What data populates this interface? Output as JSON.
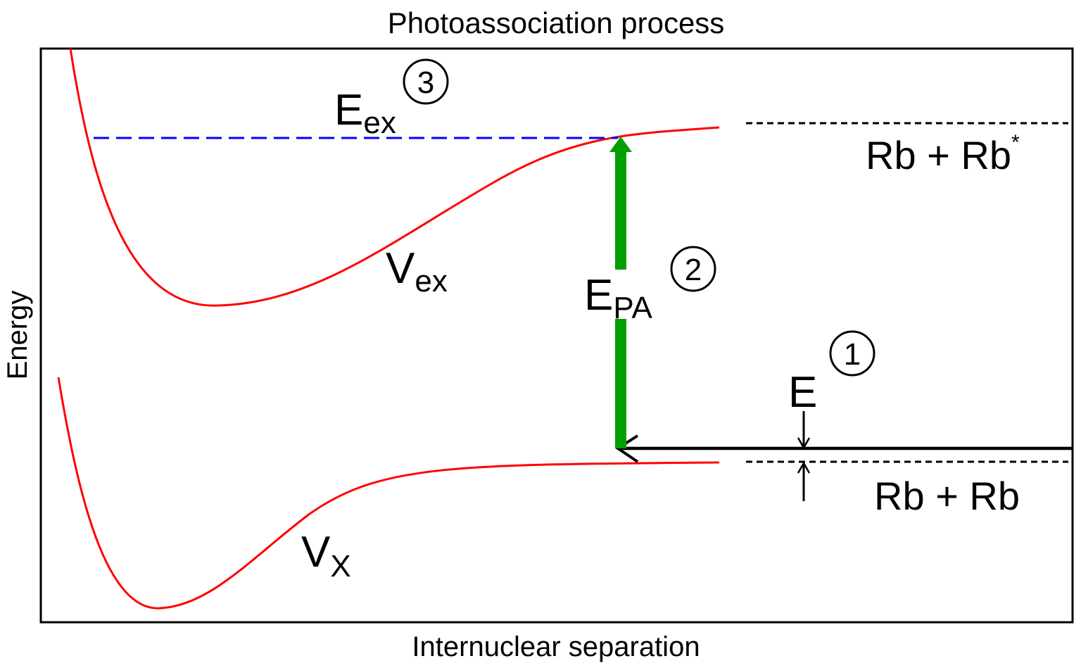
{
  "title": "Photoassociation process",
  "axes": {
    "x_label": "Internuclear separation",
    "y_label": "Energy"
  },
  "labels": {
    "v_ex": {
      "main": "V",
      "sub": "ex"
    },
    "v_x": {
      "main": "V",
      "sub": "X"
    },
    "e_ex": {
      "main": "E",
      "sub": "ex"
    },
    "e_pa": {
      "main": "E",
      "sub": "PA"
    },
    "e_collision": {
      "main": "E"
    },
    "rb_rb_star": {
      "main": "Rb + Rb",
      "sup": "*"
    },
    "rb_rb": {
      "main": "Rb + Rb"
    }
  },
  "steps": [
    "1",
    "2",
    "3"
  ],
  "colors": {
    "potential_curve": "#ff0000",
    "excited_level_line": "#0000ff",
    "photon_arrow": "#00a000",
    "asymptote_line": "#000000",
    "collision_arrow": "#000000"
  }
}
